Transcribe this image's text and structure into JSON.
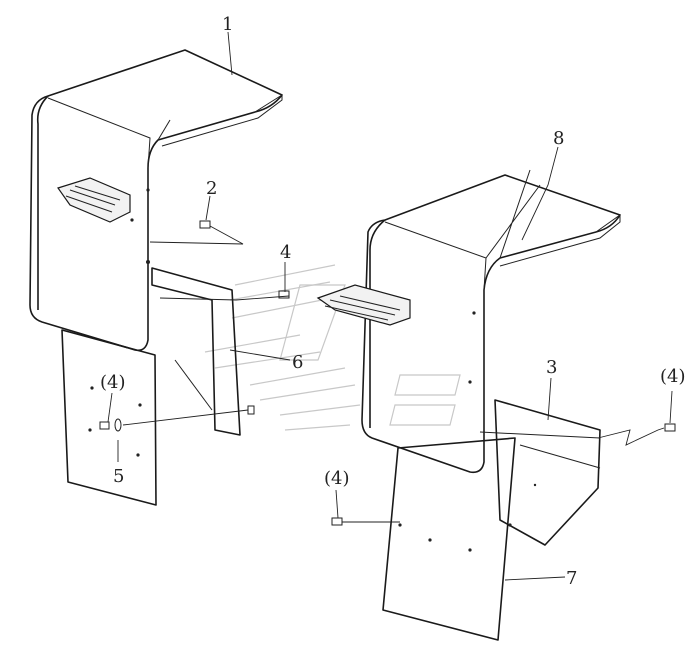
{
  "diagram": {
    "callouts": [
      {
        "id": "c1",
        "text": "1"
      },
      {
        "id": "c2",
        "text": "2"
      },
      {
        "id": "c4a",
        "text": "4"
      },
      {
        "id": "c8",
        "text": "8"
      },
      {
        "id": "c6",
        "text": "6"
      },
      {
        "id": "c3",
        "text": "3"
      },
      {
        "id": "c4b",
        "text": "(4)"
      },
      {
        "id": "c4c",
        "text": "(4)"
      },
      {
        "id": "c5",
        "text": "5"
      },
      {
        "id": "c4d",
        "text": "(4)"
      },
      {
        "id": "c7",
        "text": "7"
      }
    ]
  }
}
